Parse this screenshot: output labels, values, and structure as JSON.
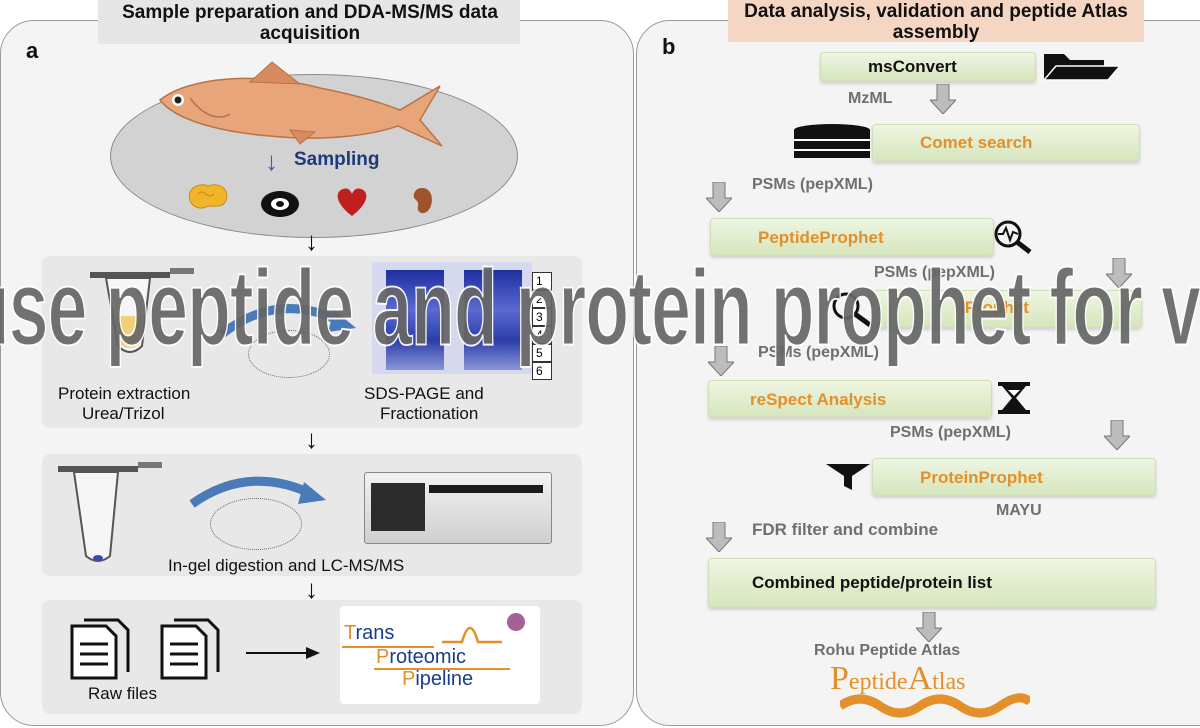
{
  "panel_a": {
    "letter": "a",
    "header": "Sample preparation and DDA-MS/MS data acquisition",
    "sampling": "Sampling",
    "extraction": "Protein extraction",
    "extraction_sub": "Urea/Trizol",
    "sds_line1": "SDS-PAGE and",
    "sds_line2": "Fractionation",
    "gel_lanes": [
      "1",
      "2",
      "3",
      "4",
      "5",
      "6"
    ],
    "digestion": "In-gel digestion and LC-MS/MS",
    "raw_files": "Raw files",
    "tpp_line1_first": "T",
    "tpp_line1_rest": "rans",
    "tpp_line2_first": "P",
    "tpp_line2_rest": "roteomic",
    "tpp_line3_first": "P",
    "tpp_line3_rest": "ipeline"
  },
  "panel_b": {
    "letter": "b",
    "header": "Data analysis, validation and peptide Atlas assembly",
    "msconvert": "msConvert",
    "mzml": "MzML",
    "comet": "Comet search",
    "psms1": "PSMs (pepXML)",
    "peptideprophet": "PeptideProphet",
    "psms2": "PSMs (pepXML)",
    "iprophet": "iProphet",
    "psms3": "PSMs (pepXML)",
    "respect": "reSpect Analysis",
    "psms4": "PSMs (pepXML)",
    "proteinprophet": "ProteinProphet",
    "mayu": "MAYU",
    "fdr": "FDR filter and combine",
    "combined": "Combined peptide/protein list",
    "atlas_label": "Rohu Peptide Atlas",
    "atlas_logo_p": "P",
    "atlas_logo_eptide": "eptide",
    "atlas_logo_a": "A",
    "atlas_logo_tlas": "tlas"
  },
  "watermark": "How to use peptide and protein prophet for validation",
  "colors": {
    "orange": "#e3902a",
    "green_box": "#dbe9c6",
    "header_a_bg": "#e6e6e6",
    "header_b_bg": "#f4d6c3",
    "gel_blue": "#2b3ea8",
    "heart_red": "#c01f1f",
    "brain_yellow": "#f0b52a",
    "kidney_brown": "#a0522d"
  }
}
